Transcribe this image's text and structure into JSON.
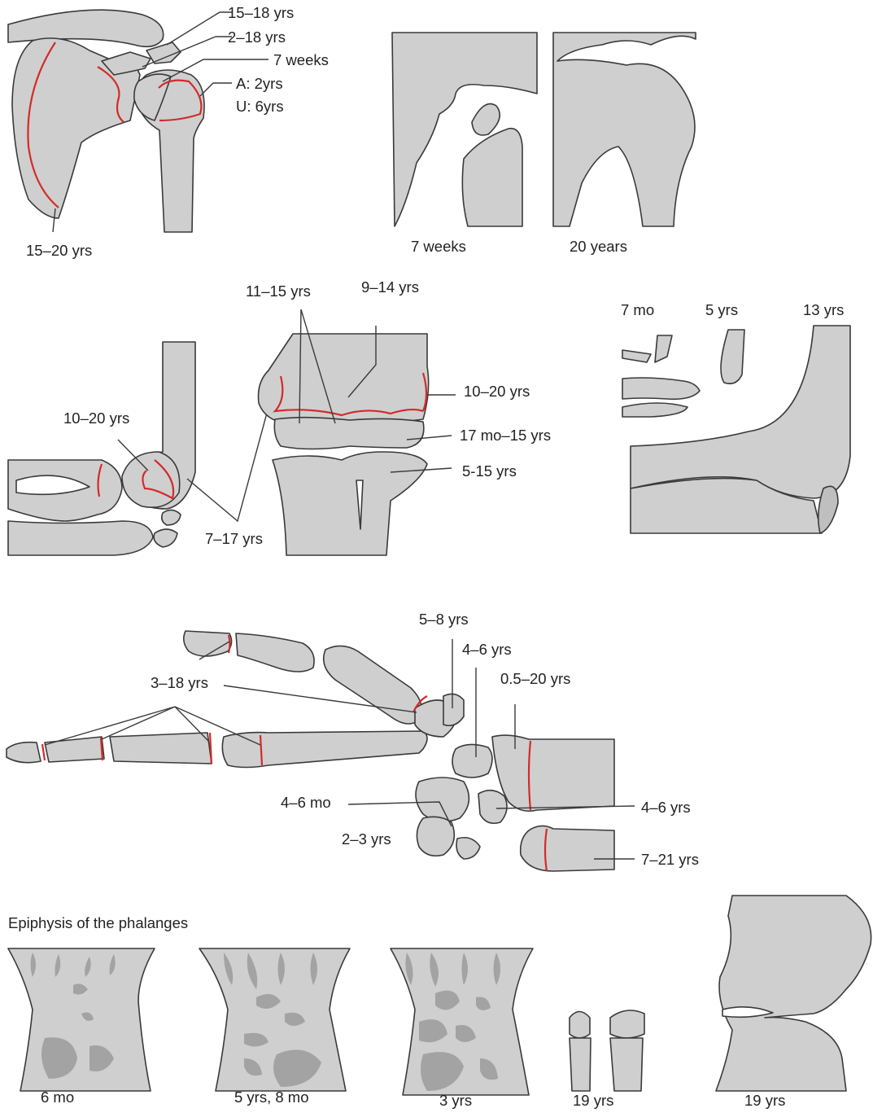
{
  "shoulder": {
    "labels": [
      "15–18 yrs",
      "2–18 yrs",
      "7 weeks",
      "A: 2yrs",
      "U: 6yrs",
      "15–20 yrs"
    ],
    "xray_labels": [
      "7 weeks",
      "20 years"
    ]
  },
  "knee": {
    "labels": [
      "11–15 yrs",
      "9–14 yrs",
      "10–20 yrs",
      "10–20 yrs",
      "17 mo–15 yrs",
      "5-15 yrs",
      "7–17 yrs"
    ],
    "xray_labels": [
      "7 mo",
      "5 yrs",
      "13 yrs"
    ]
  },
  "hand": {
    "labels": [
      "5–8 yrs",
      "4–6 yrs",
      "0.5–20 yrs",
      "3–18 yrs",
      "4–6 mo",
      "2–3 yrs",
      "4–6 yrs",
      "7–21 yrs"
    ]
  },
  "phalanges": {
    "title": "Epiphysis of  the phalanges",
    "labels": [
      "6 mo",
      "5 yrs, 8 mo",
      "3 yrs",
      "19 yrs",
      "19 yrs"
    ]
  }
}
